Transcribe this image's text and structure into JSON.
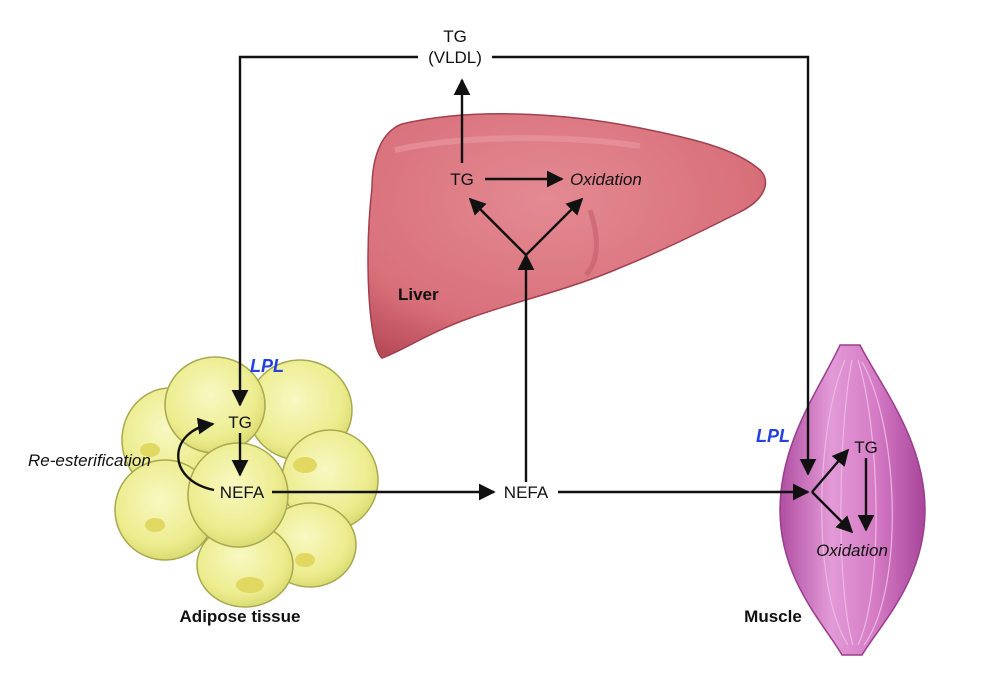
{
  "labels": {
    "tg_top_line1": "TG",
    "tg_top_line2": "(VLDL)",
    "liver_tg": "TG",
    "liver_oxidation": "Oxidation",
    "liver_name": "Liver",
    "lpl_adipose": "LPL",
    "adipose_tg": "TG",
    "re_esterification": "Re-esterification",
    "adipose_nefa": "NEFA",
    "adipose_name": "Adipose tissue",
    "central_nefa": "NEFA",
    "lpl_muscle": "LPL",
    "muscle_tg": "TG",
    "muscle_oxidation": "Oxidation",
    "muscle_name": "Muscle"
  },
  "colors": {
    "lpl": "#2340e0",
    "liver_fill": "#d8707a",
    "liver_shadow": "#b84a58",
    "adipose_fill": "#ecec8e",
    "adipose_outline": "#b8b85a",
    "muscle_fill": "#d67cc6",
    "muscle_shadow": "#b04ea2",
    "arrow": "#111111"
  }
}
